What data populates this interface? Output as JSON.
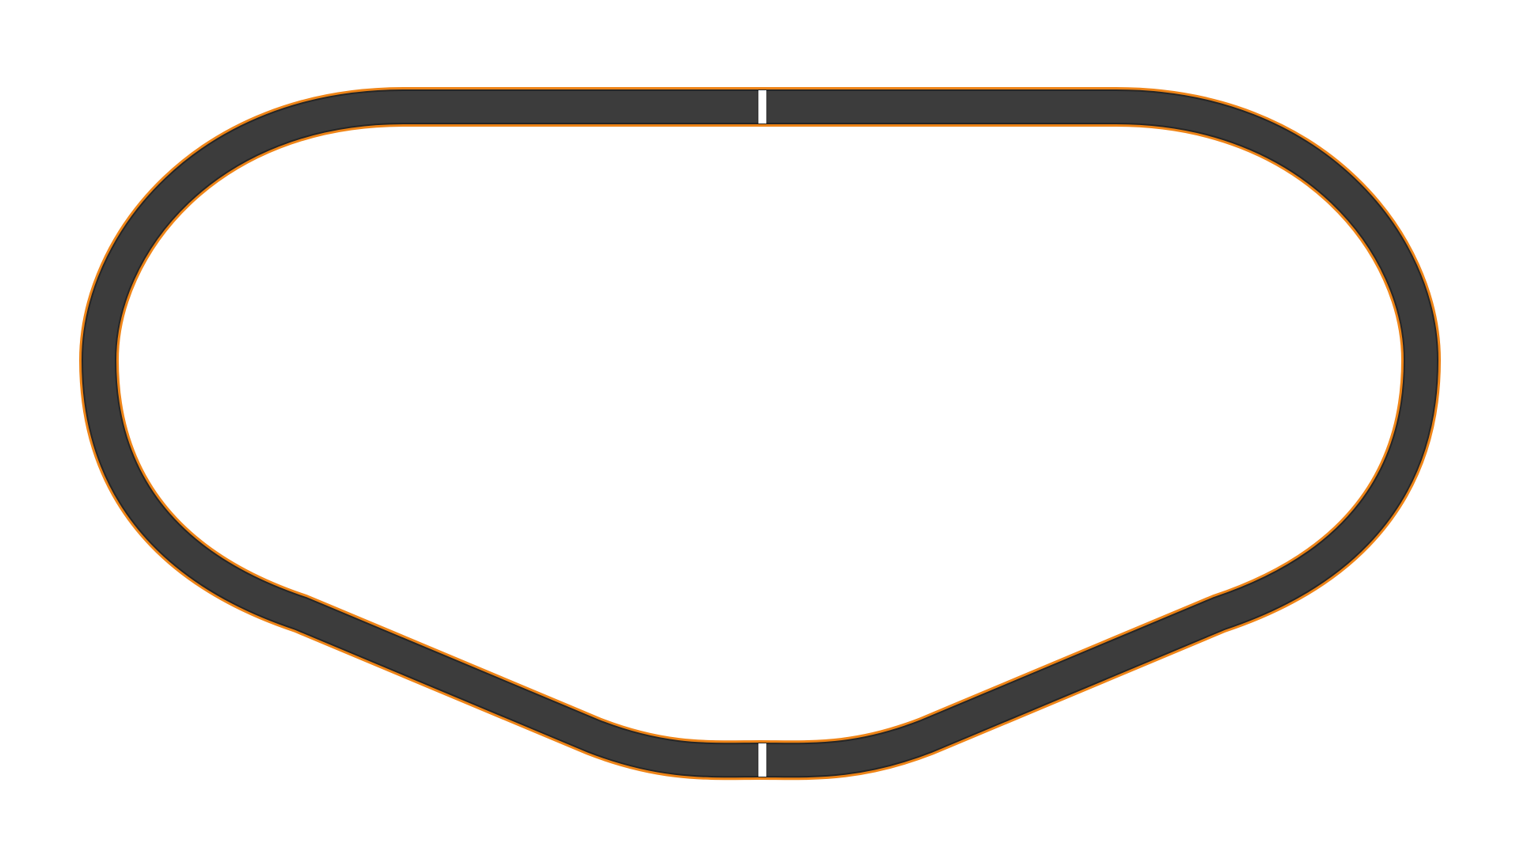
{
  "colors": {
    "background": "#ffffff",
    "track_surface": "#3c3c3c",
    "track_edge": "#ee8417",
    "track_inner_line": "#262626",
    "marker": "#ffffff"
  },
  "track": {
    "shape": "tri-oval",
    "markers": [
      {
        "name": "start-finish-line"
      },
      {
        "name": "halfway-line"
      }
    ]
  }
}
